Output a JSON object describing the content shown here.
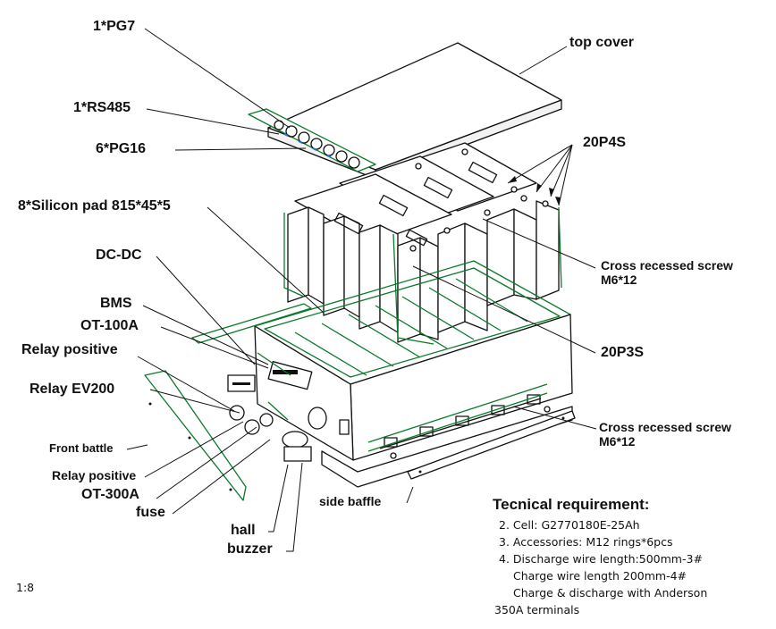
{
  "labels": {
    "pg7": "1*PG7",
    "rs485": "1*RS485",
    "pg16": "6*PG16",
    "silicon_pad": "8*Silicon pad 815*45*5",
    "dc_dc": "DC-DC",
    "bms": "BMS",
    "ot100a": "OT-100A",
    "relay_positive_top": "Relay positive",
    "relay_ev200": "Relay EV200",
    "front_battle": "Front battle",
    "relay_positive_bottom": "Relay positive",
    "ot300a": "OT-300A",
    "fuse": "fuse",
    "hall": "hall",
    "buzzer": "buzzer",
    "top_cover": "top cover",
    "module_20p4s": "20P4S",
    "cross_screw_top": "Cross recessed screw",
    "cross_screw_top_size": "M6*12",
    "module_20p3s": "20P3S",
    "cross_screw_bottom": "Cross recessed screw",
    "cross_screw_bottom_size": "M6*12",
    "side_baffle": "side baffle"
  },
  "requirements": {
    "title": "Tecnical requirement:",
    "items": [
      "2. Cell: G2770180E-25Ah",
      "3. Accessories: M12 rings*6pcs",
      "4. Discharge wire length:500mm-3#",
      "Charge wire length 200mm-4#",
      "Charge & discharge with Anderson",
      "350A terminals"
    ]
  },
  "scale": "1:8",
  "colors": {
    "line": "#111111",
    "accent": "#0a7a2a",
    "blue": "#2a6fd6"
  }
}
